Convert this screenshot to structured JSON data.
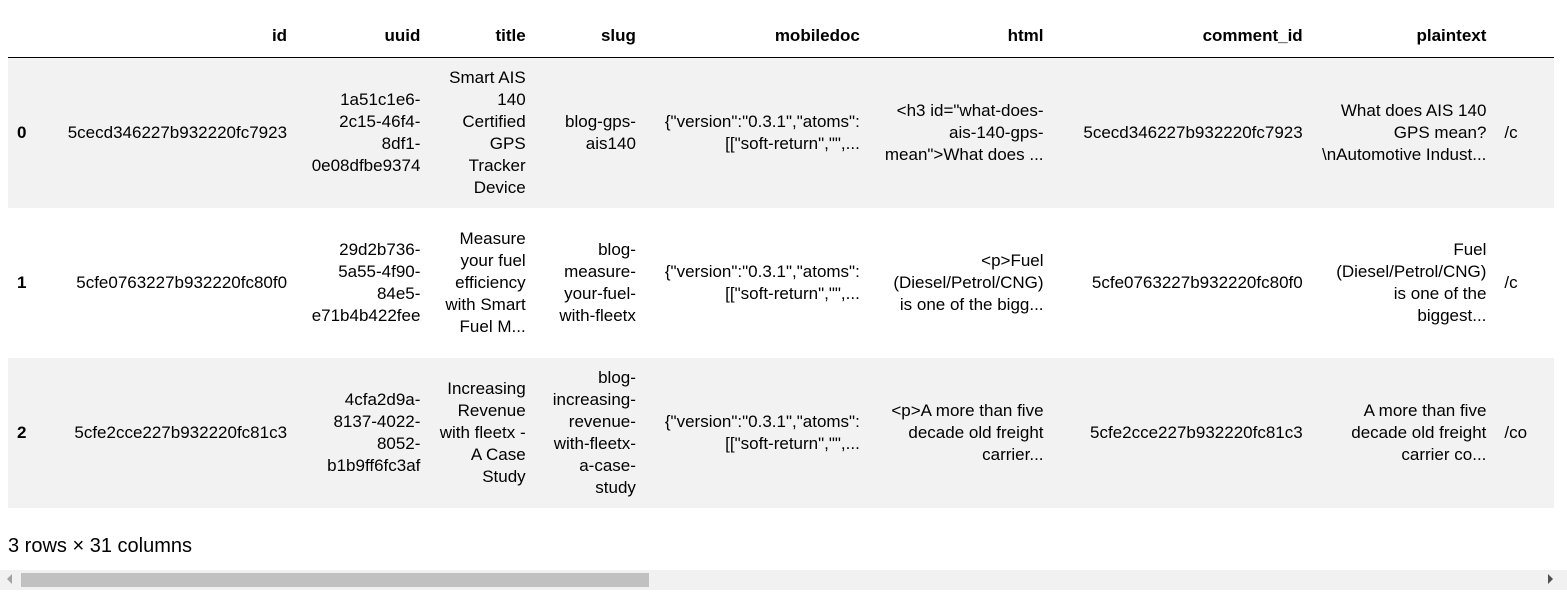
{
  "table": {
    "columns": [
      "",
      "id",
      "uuid",
      "title",
      "slug",
      "mobiledoc",
      "html",
      "comment_id",
      "plaintext"
    ],
    "rows": [
      {
        "index": "0",
        "id": "5cecd346227b932220fc7923",
        "uuid": "1a51c1e6-2c15-46f4-8df1-0e08dfbe9374",
        "title": "Smart AIS 140 Certified GPS Tracker Device",
        "slug": "blog-gps-ais140",
        "mobiledoc": "{\"version\":\"0.3.1\",\"atoms\":[[\"soft-return\",\"\",...",
        "html": "<h3 id=\"what-does-ais-140-gps-mean\">What does ...",
        "comment_id": "5cecd346227b932220fc7923",
        "plaintext": "What does AIS 140 GPS mean? \\nAutomotive Indust...",
        "next_col_partial": "/c"
      },
      {
        "index": "1",
        "id": "5cfe0763227b932220fc80f0",
        "uuid": "29d2b736-5a55-4f90-84e5-e71b4b422fee",
        "title": "Measure your fuel efficiency with Smart Fuel M...",
        "slug": "blog-measure-your-fuel-with-fleetx",
        "mobiledoc": "{\"version\":\"0.3.1\",\"atoms\":[[\"soft-return\",\"\",...",
        "html": "<p>Fuel (Diesel/Petrol/CNG) is one of the bigg...",
        "comment_id": "5cfe0763227b932220fc80f0",
        "plaintext": "Fuel (Diesel/Petrol/CNG) is one of the biggest...",
        "next_col_partial": "/c"
      },
      {
        "index": "2",
        "id": "5cfe2cce227b932220fc81c3",
        "uuid": "4cfa2d9a-8137-4022-8052-b1b9ff6fc3af",
        "title": "Increasing Revenue with fleetx - A Case Study",
        "slug": "blog-increasing-revenue-with-fleetx-a-case-study",
        "mobiledoc": "{\"version\":\"0.3.1\",\"atoms\":[[\"soft-return\",\"\",...",
        "html": "<p>A more than five decade old freight carrier...",
        "comment_id": "5cfe2cce227b932220fc81c3",
        "plaintext": "A more than five decade old freight carrier co...",
        "next_col_partial": "/co"
      }
    ]
  },
  "summary": "3 rows × 31 columns"
}
